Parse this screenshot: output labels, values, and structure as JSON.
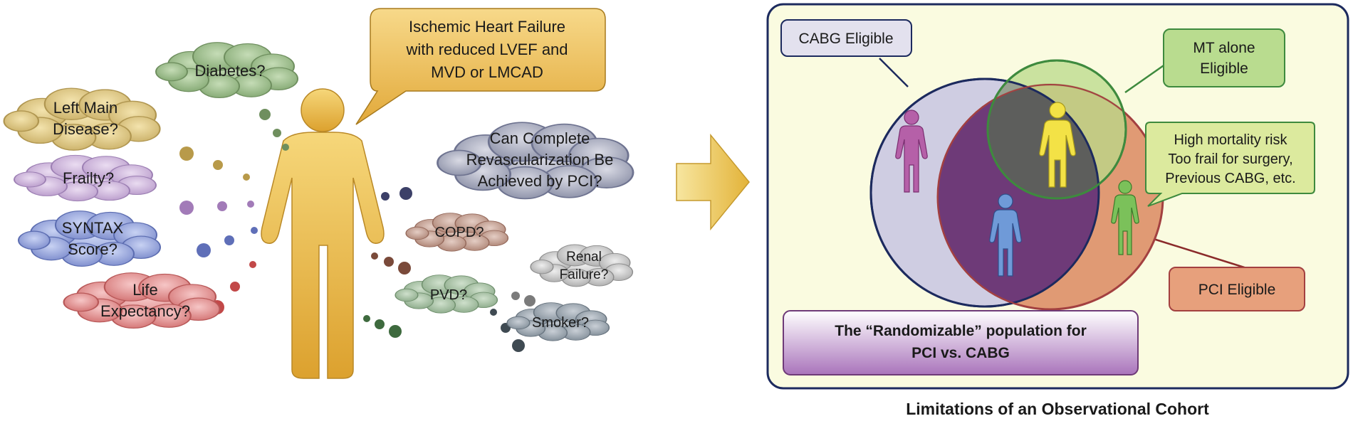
{
  "left_panel": {
    "speech_bubble": [
      "Ischemic Heart Failure",
      "with reduced LVEF and",
      "MVD or LMCAD"
    ],
    "clouds": {
      "diabetes": [
        "Diabetes?"
      ],
      "left_main": [
        "Left Main",
        "Disease?"
      ],
      "frailty": [
        "Frailty?"
      ],
      "syntax": [
        "SYNTAX",
        "Score?"
      ],
      "life": [
        "Life",
        "Expectancy?"
      ],
      "complete_revasc": [
        "Can Complete",
        "Revascularization Be",
        "Achieved by PCI?"
      ],
      "copd": [
        "COPD?"
      ],
      "renal": [
        "Renal",
        "Failure?"
      ],
      "pvd": [
        "PVD?"
      ],
      "smoker": [
        "Smoker?"
      ]
    }
  },
  "right_panel": {
    "cabg_label": [
      "CABG Eligible"
    ],
    "mt_label": [
      "MT alone",
      "Eligible"
    ],
    "high_risk_label": [
      "High mortality risk",
      "Too frail for surgery,",
      "Previous CABG, etc."
    ],
    "pci_label": [
      "PCI Eligible"
    ],
    "randomizable_label": [
      "The “Randomizable” population for",
      "PCI vs. CABG"
    ],
    "caption": "Limitations of an Observational Cohort"
  },
  "colors": {
    "figure_gold": "#e8b23a",
    "cabg_circle": "#cfcde2",
    "pci_circle": "#e09a74",
    "mt_circle": "#b9d98a",
    "overlap_purple": "#6e3a78",
    "panel_bg": "#fafbe0",
    "panel_border": "#1c2a5e"
  }
}
